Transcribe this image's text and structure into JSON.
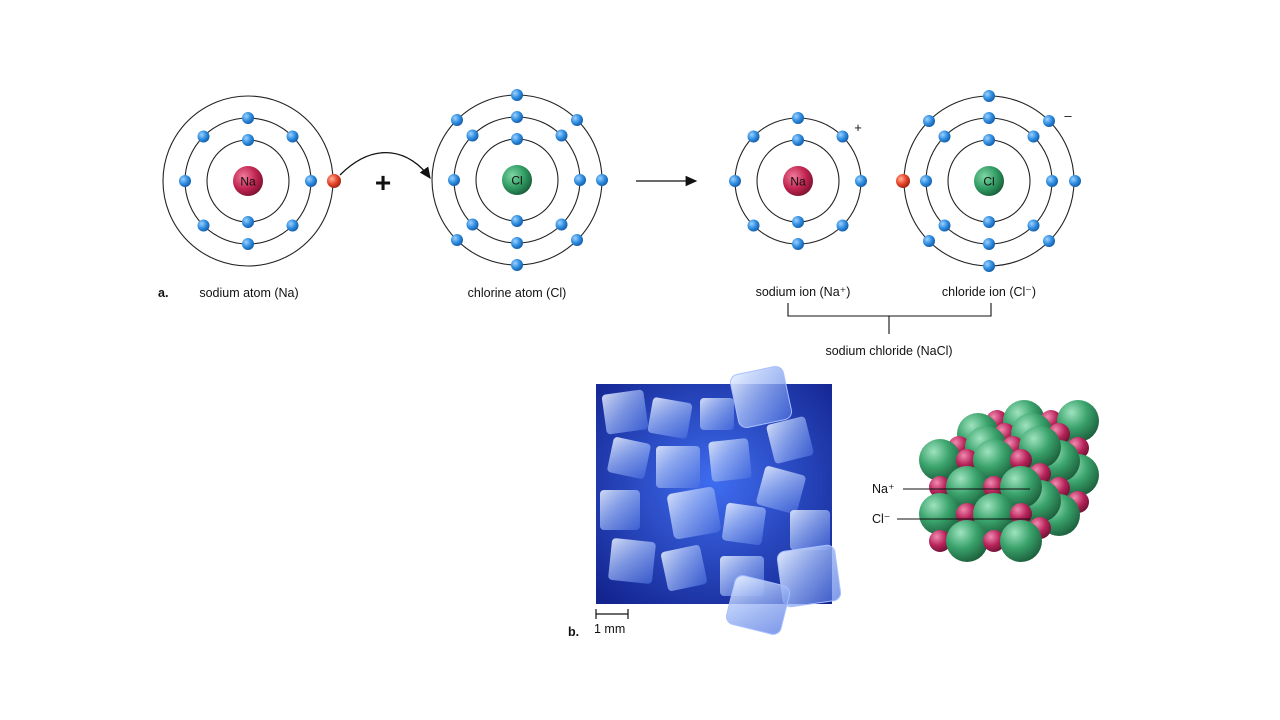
{
  "part_a": {
    "marker": "a.",
    "sodium_atom": {
      "symbol": "Na",
      "label": "sodium atom (Na)",
      "shells": [
        2,
        8,
        1
      ]
    },
    "chlorine_atom": {
      "symbol": "Cl",
      "label": "chlorine atom (Cl)",
      "shells": [
        2,
        8,
        7
      ]
    },
    "plus_sign": "+",
    "sodium_ion": {
      "symbol": "Na",
      "label": "sodium ion (Na⁺)",
      "charge": "+",
      "shells": [
        2,
        8
      ]
    },
    "chloride_ion": {
      "symbol": "Cl",
      "label": "chloride ion (Cl⁻)",
      "charge": "–",
      "shells": [
        2,
        8,
        8
      ]
    },
    "compound_label": "sodium chloride (NaCl)"
  },
  "part_b": {
    "marker": "b.",
    "scale_label": "1 mm",
    "lattice_na_label": "Na⁺",
    "lattice_cl_label": "Cl⁻"
  },
  "colors": {
    "electron": "#2f8ee0",
    "transferred_electron": "#e8452a",
    "sodium_nucleus": "#c0244f",
    "chlorine_nucleus": "#2f9a62",
    "crystal_background": "#1f3fbf",
    "lattice_na": "#b8245a",
    "lattice_cl": "#3aa36c"
  }
}
